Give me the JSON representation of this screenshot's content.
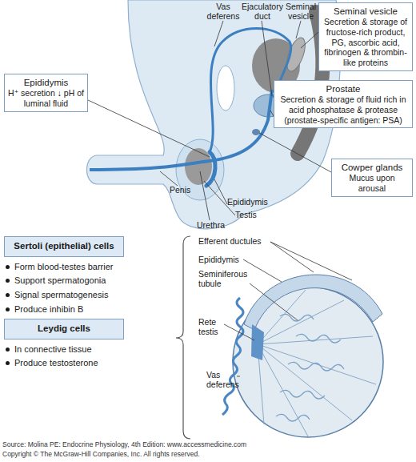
{
  "diagram": {
    "nodes": [
      {
        "text": [
          "Epididymis",
          "H⁺ secretion ↓ pH of luminal fluid"
        ]
      },
      {
        "text": [
          "Seminal vesicle",
          "Secretion & storage of fructose-rich product, PG, ascorbic acid, fibrinogen & thrombin-like proteins"
        ]
      },
      {
        "text": [
          "Prostate",
          "Secretion & storage of fluid rich in acid phosphatase & protease (prostate-specific antigen: PSA)"
        ]
      },
      {
        "text": [
          "Cowper glands",
          "Mucus upon arousal"
        ]
      },
      {
        "text": [
          "Sertoli (epithelial) cells",
          "Form blood-testes barrier",
          "Support spermatogonia",
          "Signal spermatogenesis",
          "Produce inhibin B"
        ]
      },
      {
        "text": [
          "Leydig cells",
          "In connective tissue",
          "Produce testosterone"
        ]
      }
    ],
    "labels": [
      "Vas deferens",
      "Ejaculatory duct",
      "Seminal vesicle",
      "Penis",
      "Urethra",
      "Epididymis",
      "Testis",
      "Efferent ductules",
      "Epididymis",
      "Seminiferous tubule",
      "Rete testis",
      "Vas deferens",
      "Source: Molina PE: Endocrine Physiology, 4th Edition: www.accessmedicine.com",
      "Copyright © The McGraw-Hill Companies, Inc. All rights reserved."
    ]
  }
}
